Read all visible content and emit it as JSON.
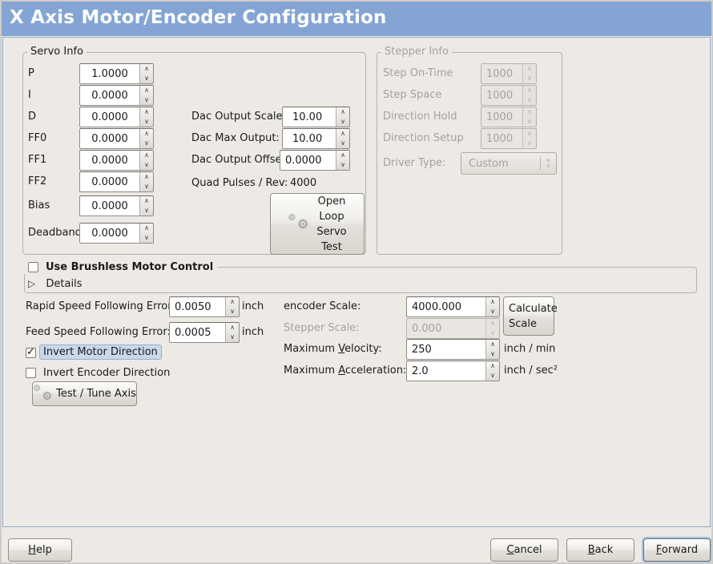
{
  "window": {
    "title": "X Axis Motor/Encoder Configuration"
  },
  "icons": {
    "spin_up": "∧",
    "spin_down": "∨",
    "check": "✓",
    "expander_collapsed": "▷",
    "gear": "⚙",
    "combo_up": "∧",
    "combo_down": "∨"
  },
  "colors": {
    "titlebar": "#84a5d3",
    "panel_border": "#8ca9cb",
    "background": "#edeae6",
    "focus_highlight": "#c9d8eb",
    "disabled_text": "#a5a29c"
  },
  "servo_info": {
    "label": "Servo Info",
    "params": [
      {
        "label": "P",
        "value": "1.0000"
      },
      {
        "label": "I",
        "value": "0.0000"
      },
      {
        "label": "D",
        "value": "0.0000"
      },
      {
        "label": "FF0",
        "value": "0.0000"
      },
      {
        "label": "FF1",
        "value": "0.0000"
      },
      {
        "label": "FF2",
        "value": "0.0000"
      },
      {
        "label": "Bias",
        "value": "0.0000"
      },
      {
        "label": "Deadband",
        "value": "0.0000"
      }
    ],
    "dac": [
      {
        "label": "Dac Output Scale:",
        "value": "10.00"
      },
      {
        "label": "Dac Max Output:",
        "value": "10.00"
      },
      {
        "label": "Dac Output Offset:",
        "value": "0.0000"
      }
    ],
    "quad": {
      "label": "Quad Pulses / Rev:",
      "value": "4000"
    },
    "open_loop_button": "Open\nLoop\nServo\nTest"
  },
  "stepper_info": {
    "label": "Stepper Info",
    "rows": [
      {
        "label": "Step On-Time",
        "value": "1000"
      },
      {
        "label": "Step Space",
        "value": "1000"
      },
      {
        "label": "Direction Hold",
        "value": "1000"
      },
      {
        "label": "Direction Setup",
        "value": "1000"
      }
    ],
    "driver_type": {
      "label": "Driver Type:",
      "value": "Custom"
    }
  },
  "brushless": {
    "checkbox_label": "Use Brushless Motor Control",
    "checked": false,
    "details_label": "Details"
  },
  "errors": {
    "rapid": {
      "label": "Rapid Speed Following Error:",
      "value": "0.0050",
      "unit": "inch"
    },
    "feed": {
      "label": "Feed Speed Following Error:",
      "value": "0.0005",
      "unit": "inch"
    }
  },
  "scales": {
    "encoder": {
      "label": "encoder Scale:",
      "value": "4000.000"
    },
    "stepper": {
      "label": "Stepper Scale:",
      "value": "0.000"
    },
    "calculate_button": "Calculate\nScale",
    "velocity": {
      "pre": "Maximum ",
      "key": "V",
      "post": "elocity:",
      "value": "250",
      "unit": "inch / min"
    },
    "acceleration": {
      "pre": "Maximum ",
      "key": "A",
      "post": "cceleration:",
      "value": "2.0",
      "unit": "inch / sec²"
    }
  },
  "direction": {
    "invert_motor": {
      "label": "Invert Motor Direction",
      "checked": true
    },
    "invert_encoder": {
      "label": "Invert Encoder Direction",
      "checked": false
    }
  },
  "test_button": "Test / Tune Axis",
  "footer": {
    "help": {
      "key": "H",
      "post": "elp"
    },
    "cancel": {
      "key": "C",
      "post": "ancel"
    },
    "back": {
      "key": "B",
      "post": "ack"
    },
    "forward": {
      "key": "F",
      "post": "orward"
    }
  }
}
